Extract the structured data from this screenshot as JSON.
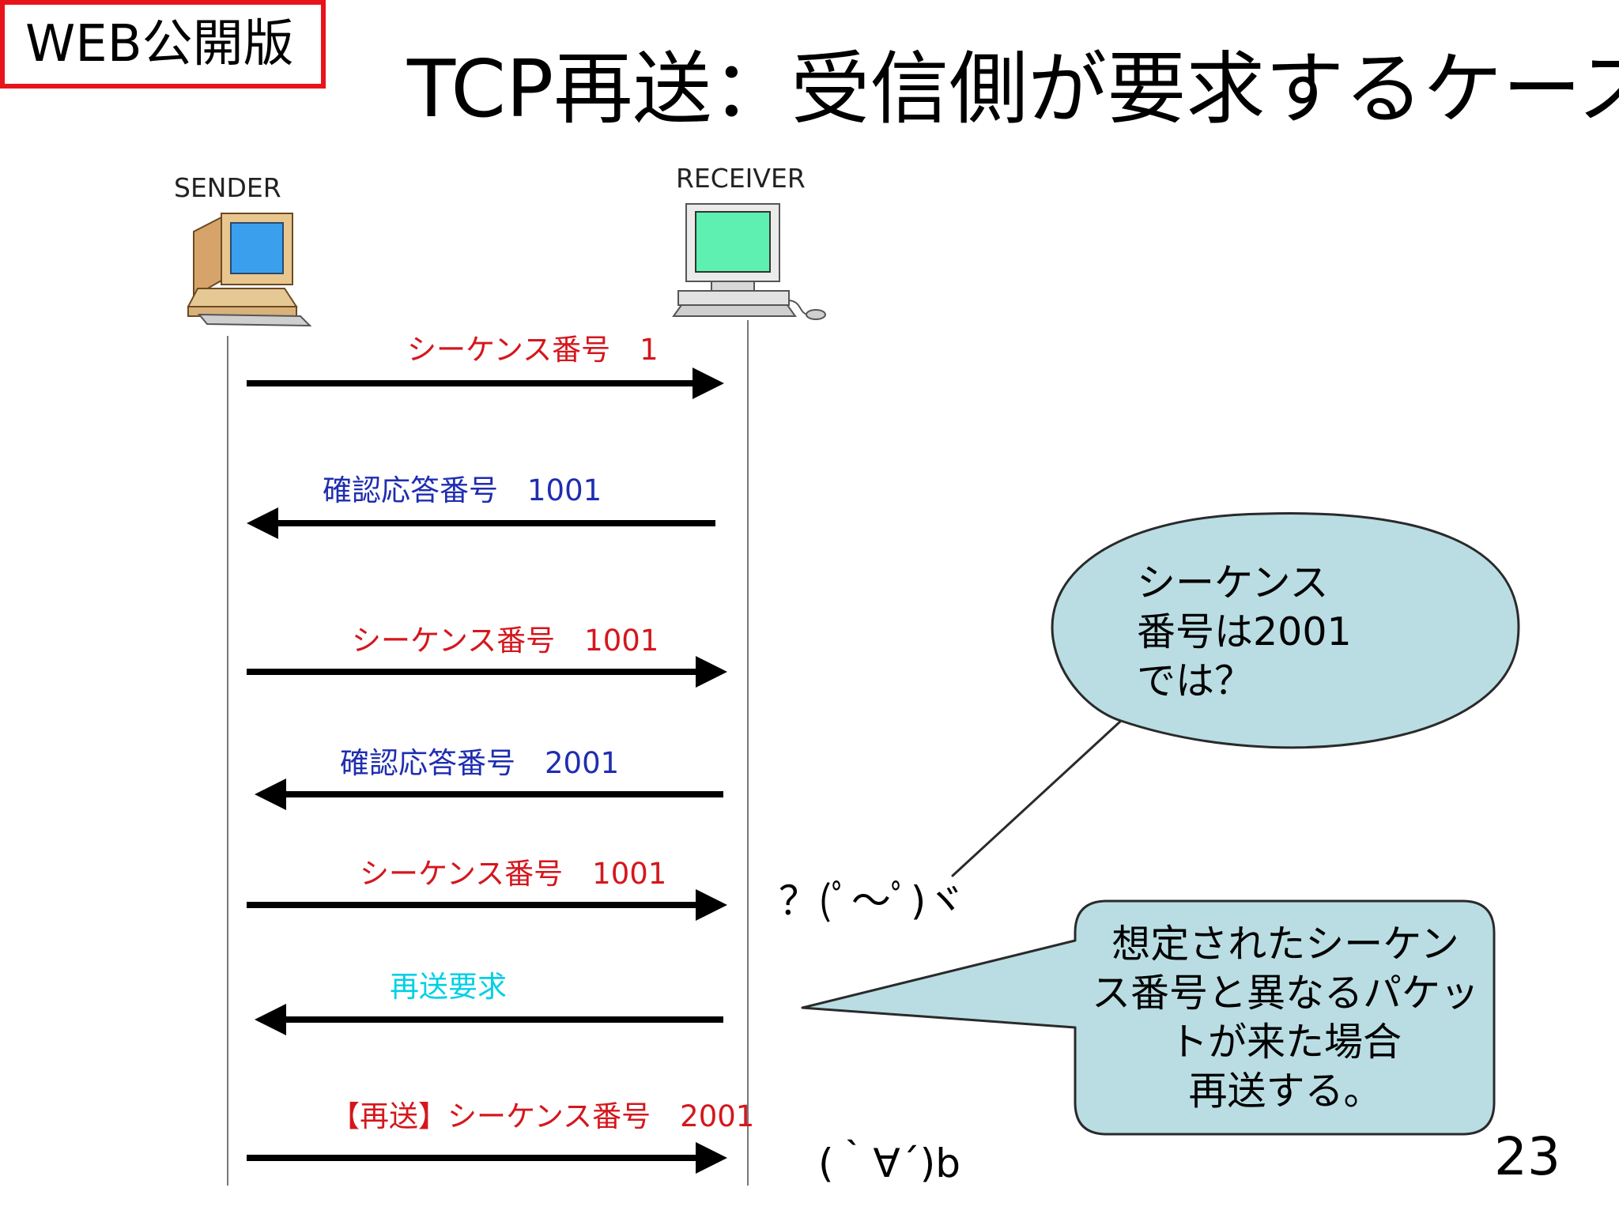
{
  "badge": "WEB公開版",
  "title": "TCP再送：受信側が要求するケース",
  "nodes": {
    "sender": "SENDER",
    "receiver": "RECEIVER"
  },
  "messages": [
    "シーケンス番号　1",
    "確認応答番号　1001",
    "シーケンス番号　1001",
    "確認応答番号　2001",
    "シーケンス番号　1001",
    "再送要求",
    "【再送】シーケンス番号　2001"
  ],
  "bubble_top": {
    "lines": [
      "シーケンス",
      "番号は2001",
      "では？"
    ]
  },
  "bubble_bottom": {
    "lines": [
      "想定されたシーケン",
      "ス番号と異なるパケッ",
      "トが来た場合",
      "再送する。"
    ]
  },
  "faces": {
    "confused": "？(ﾟ～ﾟ)ヾ",
    "happy": "(｀∀´)b"
  },
  "page_number": "23",
  "colors": {
    "badge_border": "#e8141b",
    "sequence_label": "#d4171d",
    "ack_label": "#1f2db0",
    "retransmit_request_label": "#00d0e4",
    "bubble_fill": "#b9dde3",
    "sender_screen": "#3aa0ee",
    "receiver_screen": "#5ef0b0"
  },
  "icons": [
    "sender-computer-icon",
    "receiver-computer-icon"
  ]
}
